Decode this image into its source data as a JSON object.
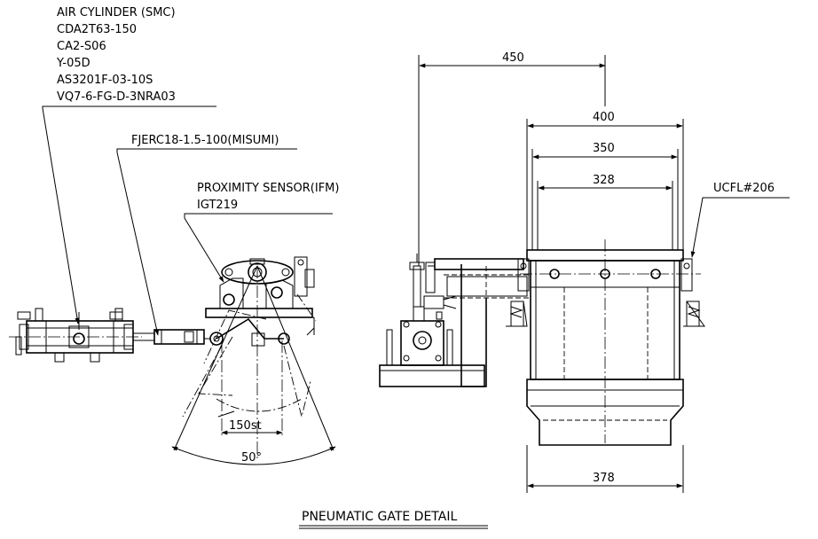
{
  "callouts": {
    "air_cylinder": {
      "line1": "AIR CYLINDER (SMC)",
      "line2": "CDA2T63-150",
      "line3": "CA2-S06",
      "line4": "Y-05D",
      "line5": "AS3201F-03-10S",
      "line6": "VQ7-6-FG-D-3NRA03"
    },
    "rod_end": "FJERC18-1.5-100(MISUMI)",
    "sensor": {
      "line1": "PROXIMITY SENSOR(IFM)",
      "line2": "IGT219"
    },
    "bearing": "UCFL#206"
  },
  "dimensions": {
    "d450": "450",
    "d400": "400",
    "d350": "350",
    "d328": "328",
    "d378": "378",
    "stroke": "150st",
    "angle": "50°"
  },
  "title": "PNEUMATIC GATE DETAIL"
}
